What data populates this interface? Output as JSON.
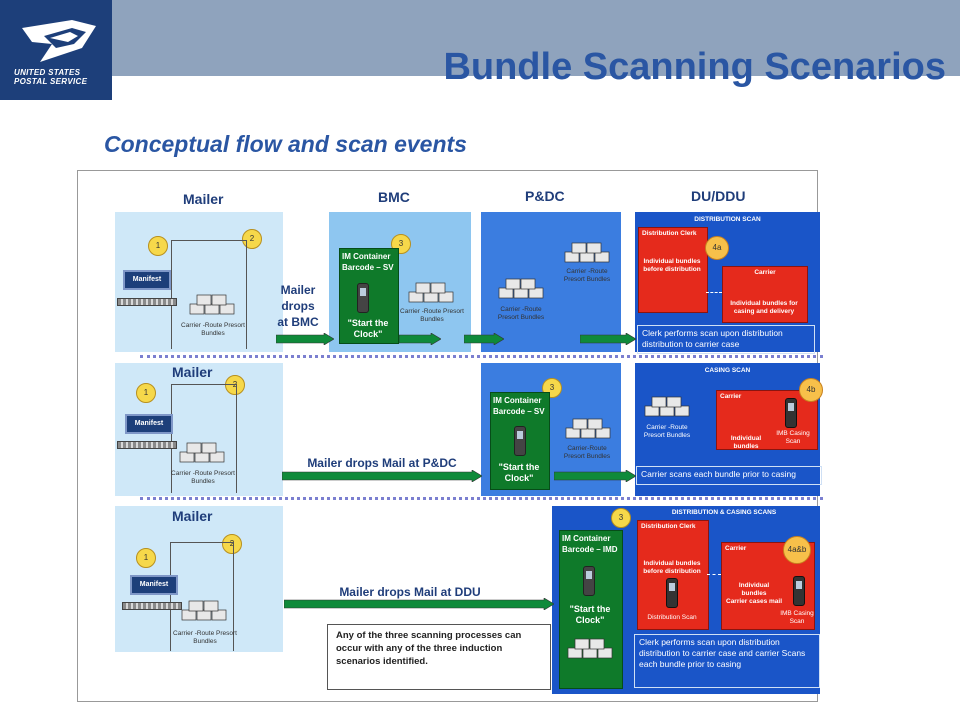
{
  "header": {
    "title": "Bundle Scanning Scenarios",
    "logo_line1": "UNITED STATES",
    "logo_line2": "POSTAL SERVICE",
    "logo_icon": "eagle-icon"
  },
  "subtitle": "Conceptual flow and scan events",
  "columns": {
    "mailer": "Mailer",
    "bmc": "BMC",
    "pdc": "P&DC",
    "du": "DU/DDU"
  },
  "rows": [
    {
      "mailer": "Mailer",
      "manifest": "Manifest",
      "badge1": "1",
      "badge2": "2",
      "bundles": "Carrier -Route Presort Bundles",
      "drop_label_l1": "Mailer",
      "drop_label_l2": "drops",
      "drop_label_l3": "at BMC",
      "badge3": "3",
      "im_container": "IM Container Barcode – SV",
      "start_clock": "\"Start the Clock\"",
      "bmc_bundles": "Carrier -Route Presort Bundles",
      "pdc_bundles_a": "Carrier -Route Presort Bundles",
      "pdc_bundles_b": "Carrier -Route Presort Bundles",
      "du_header": "DISTRIBUTION  SCAN",
      "clerk": "Distribution Clerk",
      "clerk_caption": "Individual bundles before distribution",
      "badge4": "4a",
      "carrier": "Carrier",
      "carrier_caption": "Individual bundles for casing and delivery",
      "note": "Clerk performs scan upon distribution distribution to carrier case"
    },
    {
      "mailer": "Mailer",
      "manifest": "Manifest",
      "badge1": "1",
      "badge2": "2",
      "bundles": "Carrier -Route Presort Bundles",
      "drop_label": "Mailer drops Mail at P&DC",
      "badge3": "3",
      "im_container": "IM Container Barcode – SV",
      "start_clock": "\"Start the Clock\"",
      "pdc_bundles": "Carrier-Route Presort Bundles",
      "du_header": "CASING  SCAN",
      "du_bundles": "Carrier -Route Presort Bundles",
      "carrier": "Carrier",
      "carrier_caption": "Individual bundles",
      "imb_scan": "IMB Casing Scan",
      "badge4": "4b",
      "note": "Carrier scans each bundle prior to casing"
    },
    {
      "mailer": "Mailer",
      "manifest": "Manifest",
      "badge1": "1",
      "badge2": "2",
      "bundles": "Carrier -Route Presort Bundles",
      "drop_label": "Mailer drops Mail at DDU",
      "badge3": "3",
      "im_container": "IM Container Barcode – IMD",
      "start_clock": "\"Start the Clock\"",
      "du_header": "DISTRIBUTION  & CASING  SCANS",
      "clerk": "Distribution Clerk",
      "clerk_caption": "Individual bundles before distribution",
      "clerk_scan": "Distribution Scan",
      "carrier": "Carrier",
      "carrier_caption_l1": "Individual bundles",
      "carrier_caption_l2": "Carrier cases mail",
      "imb_scan": "IMB Casing Scan",
      "badge4": "4a&b",
      "note": "Clerk performs scan upon distribution distribution to carrier case and carrier Scans each bundle prior to casing"
    }
  ],
  "footnote": "Any of the three scanning processes can occur with any of the three  induction scenarios identified.",
  "colors": {
    "title": "#2a56a3",
    "panel_light": "#cfe8f8",
    "panel_mid": "#8ec6f0",
    "panel_blue": "#3b7de0",
    "green": "#0f7a2a",
    "red": "#e52a1c",
    "badge": "#f6d84a"
  }
}
